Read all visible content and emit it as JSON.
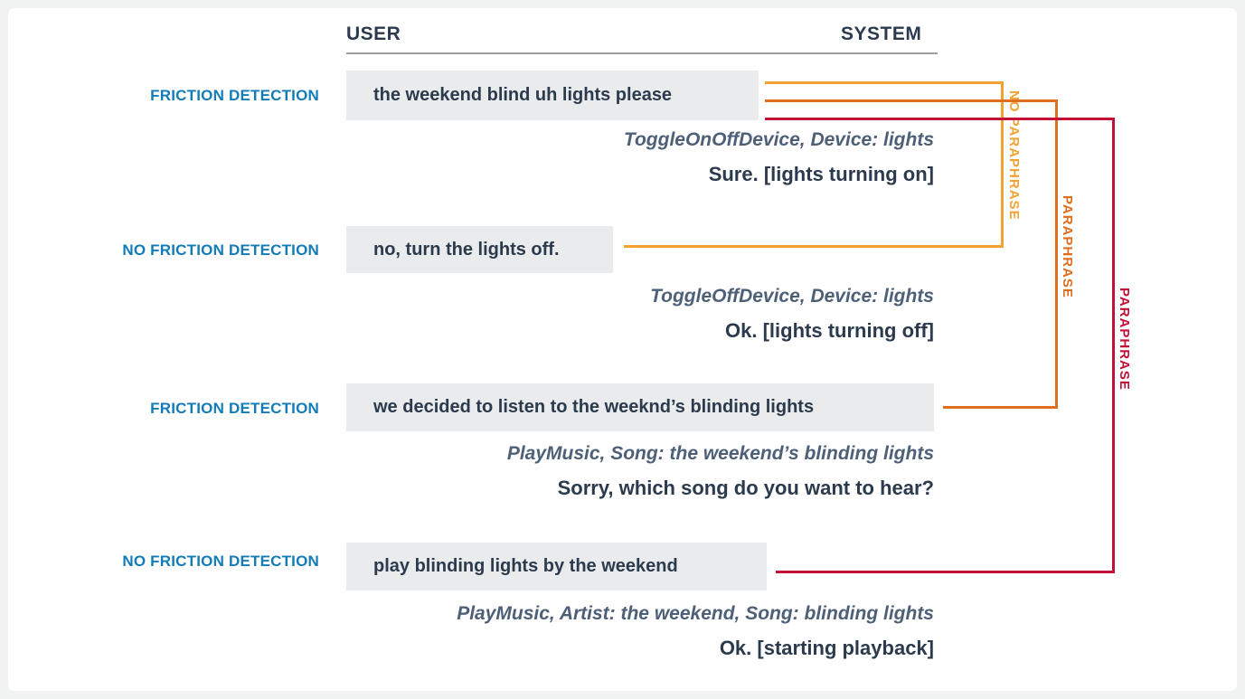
{
  "palette": {
    "bg": "#f1f2f2",
    "card": "#ffffff",
    "navy": "#2b3a4d",
    "blue": "#137cb8",
    "slate": "#4e6078",
    "boxbg": "#e9ebec",
    "rule": "#9b9fa3",
    "amber": "#f2a231",
    "orange": "#e06e1f",
    "crimson": "#c41037"
  },
  "header": {
    "user": "USER",
    "system": "SYSTEM"
  },
  "rows": [
    {
      "friction_label": "FRICTION DETECTION",
      "utterance": "the weekend blind uh lights please",
      "intent": "ToggleOnOffDevice, Device: lights",
      "response": "Sure. [lights turning on]"
    },
    {
      "friction_label": "NO FRICTION DETECTION",
      "utterance": "no, turn the lights off.",
      "intent": "ToggleOffDevice, Device: lights",
      "response": "Ok. [lights turning off]"
    },
    {
      "friction_label": "FRICTION DETECTION",
      "utterance": "we decided to listen to the weeknd’s blinding lights",
      "intent": "PlayMusic, Song: the weekend’s blinding lights",
      "response": "Sorry, which song do you want to hear?"
    },
    {
      "friction_label": "NO FRICTION DETECTION",
      "utterance": "play blinding lights by the weekend",
      "intent": "PlayMusic, Artist: the weekend, Song: blinding lights",
      "response": "Ok. [starting playback]"
    }
  ],
  "connectors": [
    {
      "label": "NO PARAPHRASE",
      "color": "#f2a231"
    },
    {
      "label": "PARAPHRASE",
      "color": "#e06e1f"
    },
    {
      "label": "PARAPHRASE",
      "color": "#c41037"
    }
  ]
}
